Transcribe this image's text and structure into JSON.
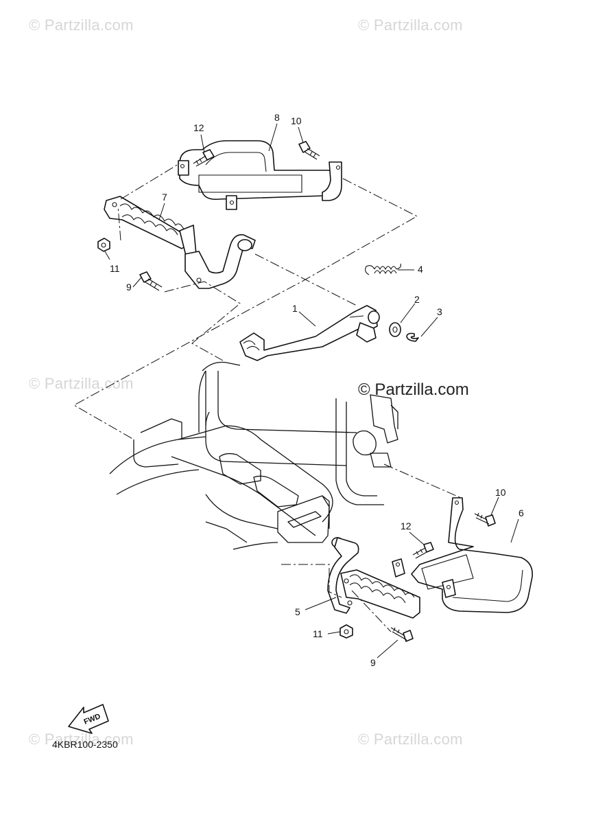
{
  "watermarks": [
    "© Partzilla.com",
    "© Partzilla.com",
    "© Partzilla.com",
    "© Partzilla.com",
    "© Partzilla.com",
    "© Partzilla.com"
  ],
  "main_watermark": "© Partzilla.com",
  "diagram_code": "4KBR100-2350",
  "fwd_label": "FWD",
  "callouts": {
    "c1": "1",
    "c2": "2",
    "c3": "3",
    "c4": "4",
    "c5": "5",
    "c6": "6",
    "c7": "7",
    "c8": "8",
    "c9a": "9",
    "c9b": "9",
    "c10a": "10",
    "c10b": "10",
    "c11a": "11",
    "c11b": "11",
    "c12a": "12",
    "c12b": "12"
  }
}
